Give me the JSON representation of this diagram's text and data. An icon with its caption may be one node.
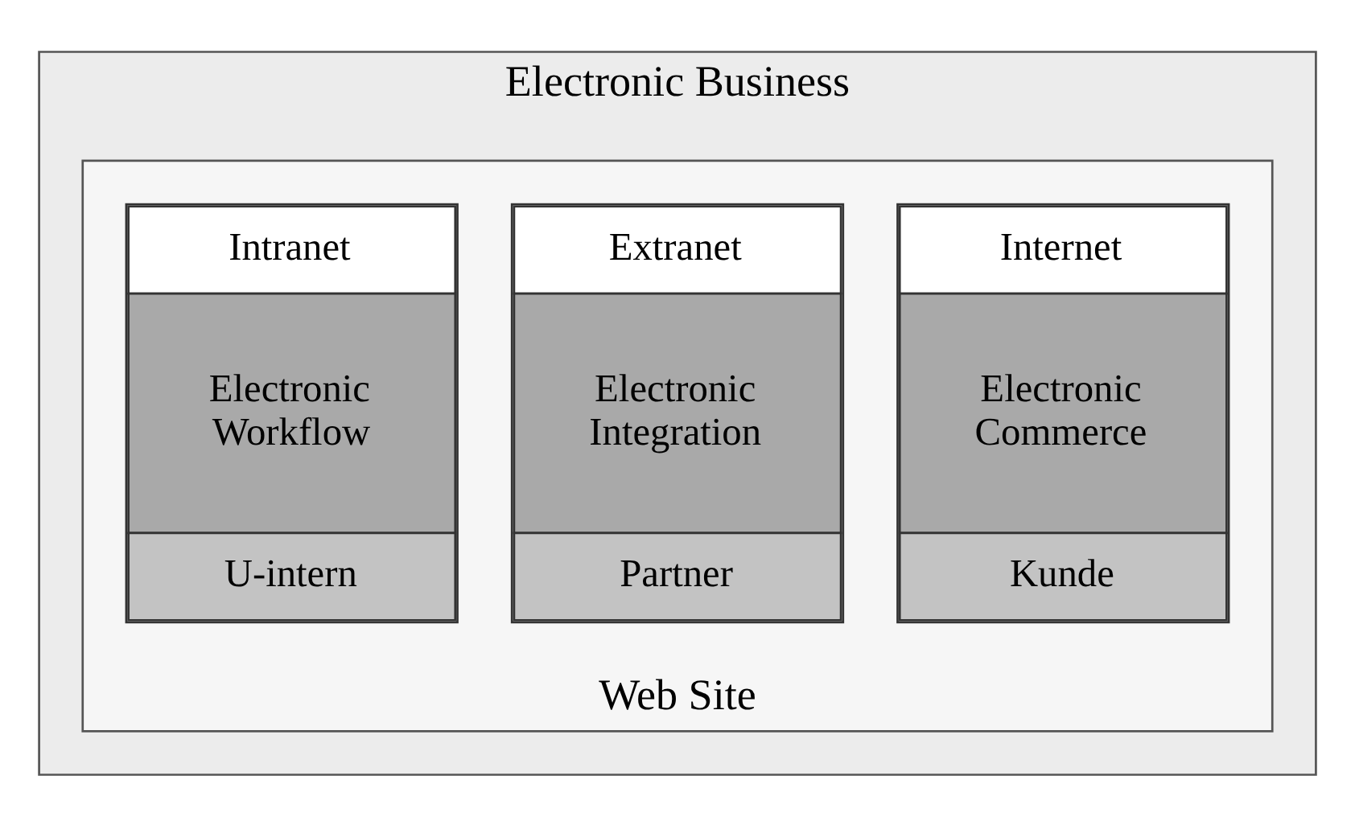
{
  "diagram": {
    "nodes": [
      {
        "text": [
          "Electronic Business"
        ]
      },
      {
        "text": [
          "Web Site"
        ],
        "in": 0
      },
      {
        "text": [
          "Internet",
          "Electronic Commerce",
          "Kunde"
        ],
        "in": 1
      },
      {
        "text": [
          "Extranet",
          "Electronic Integration",
          "Partner"
        ],
        "in": 1
      },
      {
        "text": [
          "Intranet",
          "Electronic Workflow",
          "U-intern"
        ],
        "in": 1
      }
    ]
  }
}
